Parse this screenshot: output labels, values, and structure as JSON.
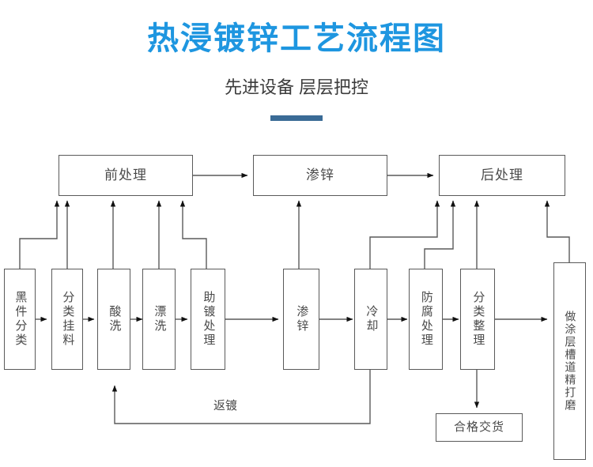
{
  "header": {
    "title": "热浸镀锌工艺流程图",
    "subtitle": "先进设备 层层把控",
    "title_color": "#1e96e0",
    "subtitle_color": "#3c3c3c",
    "rule_color": "#3a6b96"
  },
  "diagram": {
    "line_color": "#5a5a5a",
    "box_text_color": "#4a4a4a",
    "stage_nodes": [
      {
        "id": "pre-treatment",
        "label": "前处理"
      },
      {
        "id": "galvanizing",
        "label": "渗锌"
      },
      {
        "id": "post-treatment",
        "label": "后处理"
      }
    ],
    "process_nodes": [
      {
        "id": "black-part-sorting",
        "label": "黑件分类"
      },
      {
        "id": "sorting-hanging",
        "label": "分类挂料"
      },
      {
        "id": "pickling",
        "label": "酸洗"
      },
      {
        "id": "rinsing",
        "label": "漂洗"
      },
      {
        "id": "fluxing",
        "label": "助镀处理"
      },
      {
        "id": "zinc-infiltration",
        "label": "渗锌"
      },
      {
        "id": "cooling",
        "label": "冷却"
      },
      {
        "id": "anticorrosion",
        "label": "防腐处理"
      },
      {
        "id": "classify-finishing",
        "label": "分类整理"
      },
      {
        "id": "coating-groove-grinding",
        "label": "做涂层槽道精打磨"
      }
    ],
    "terminal_nodes": [
      {
        "id": "qualified-delivery",
        "label": "合格交货"
      }
    ],
    "edge_labels": [
      {
        "id": "rework-plating",
        "label": "返镀"
      }
    ]
  }
}
